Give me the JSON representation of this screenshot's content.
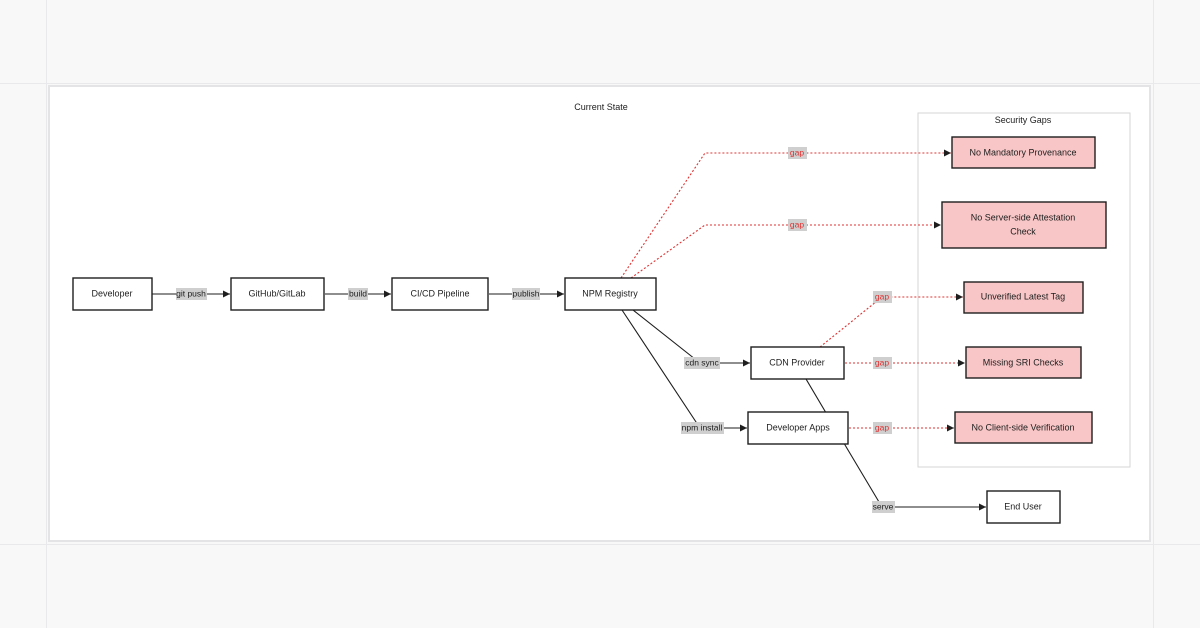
{
  "diagram": {
    "title": "Current State",
    "group_title": "Security Gaps",
    "nodes": {
      "developer": "Developer",
      "github": "GitHub/GitLab",
      "cicd": "CI/CD Pipeline",
      "npm": "NPM Registry",
      "cdn": "CDN Provider",
      "devapps": "Developer Apps",
      "enduser": "End User"
    },
    "gaps": {
      "g1_line1": "No Mandatory Provenance",
      "g2_line1": "No Server-side Attestation",
      "g2_line2": "Check",
      "g3_line1": "Unverified Latest Tag",
      "g4_line1": "Missing SRI Checks",
      "g5_line1": "No Client-side Verification"
    },
    "edges": {
      "git_push": "git push",
      "build": "build",
      "publish": "publish",
      "cdn_sync": "cdn sync",
      "npm_install": "npm install",
      "serve": "serve",
      "gap": "gap"
    },
    "colors": {
      "gap_fill": "#f8c6c6",
      "gap_edge": "#e03131",
      "stroke": "#1e1e1e",
      "label_bg": "#cfcfcf"
    }
  }
}
